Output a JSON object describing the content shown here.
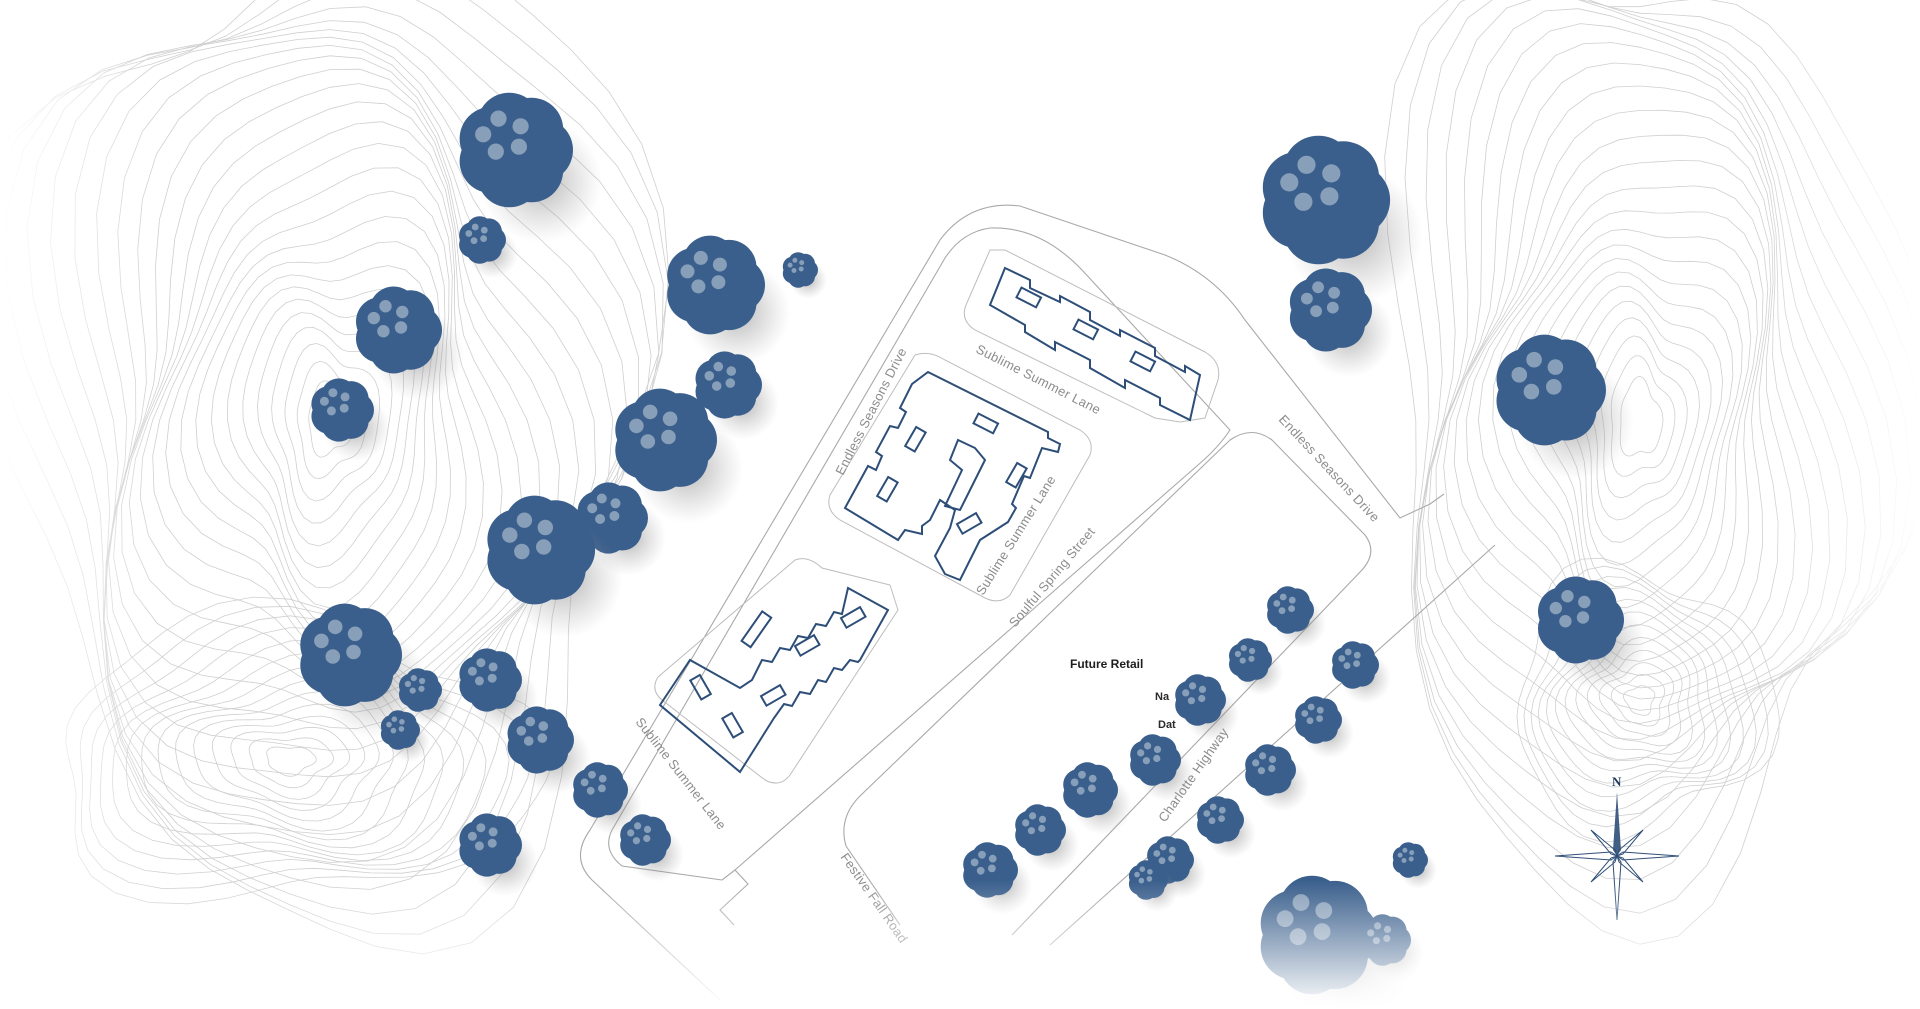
{
  "map": {
    "labels": {
      "endless_seasons_drive_west": "Endless Seasons Drive",
      "endless_seasons_drive_east": "Endless Seasons Drive",
      "sublime_summer_lane_north": "Sublime Summer Lane",
      "sublime_summer_lane_middle": "Sublime Summer Lane",
      "sublime_summer_lane_south": "Sublime Summer Lane",
      "soulful_spring_street": "Soulful Spring Street",
      "festive_fall_road": "Festive Fall Road",
      "charlotte_highway": "Charlotte Highway",
      "future_retail": "Future Retail"
    },
    "partially_hidden_text": [
      "Na",
      "Dat"
    ],
    "compass": {
      "north_label": "N"
    },
    "colors": {
      "building_outline": "#2d4e78",
      "tree_canopy": "#3a5f8c",
      "road_line": "#a9a9a9",
      "contour_line": "#cfcfcf",
      "shadow": "#8e8e8e"
    },
    "icons": [
      "tree-icon",
      "compass-rose-icon"
    ]
  }
}
